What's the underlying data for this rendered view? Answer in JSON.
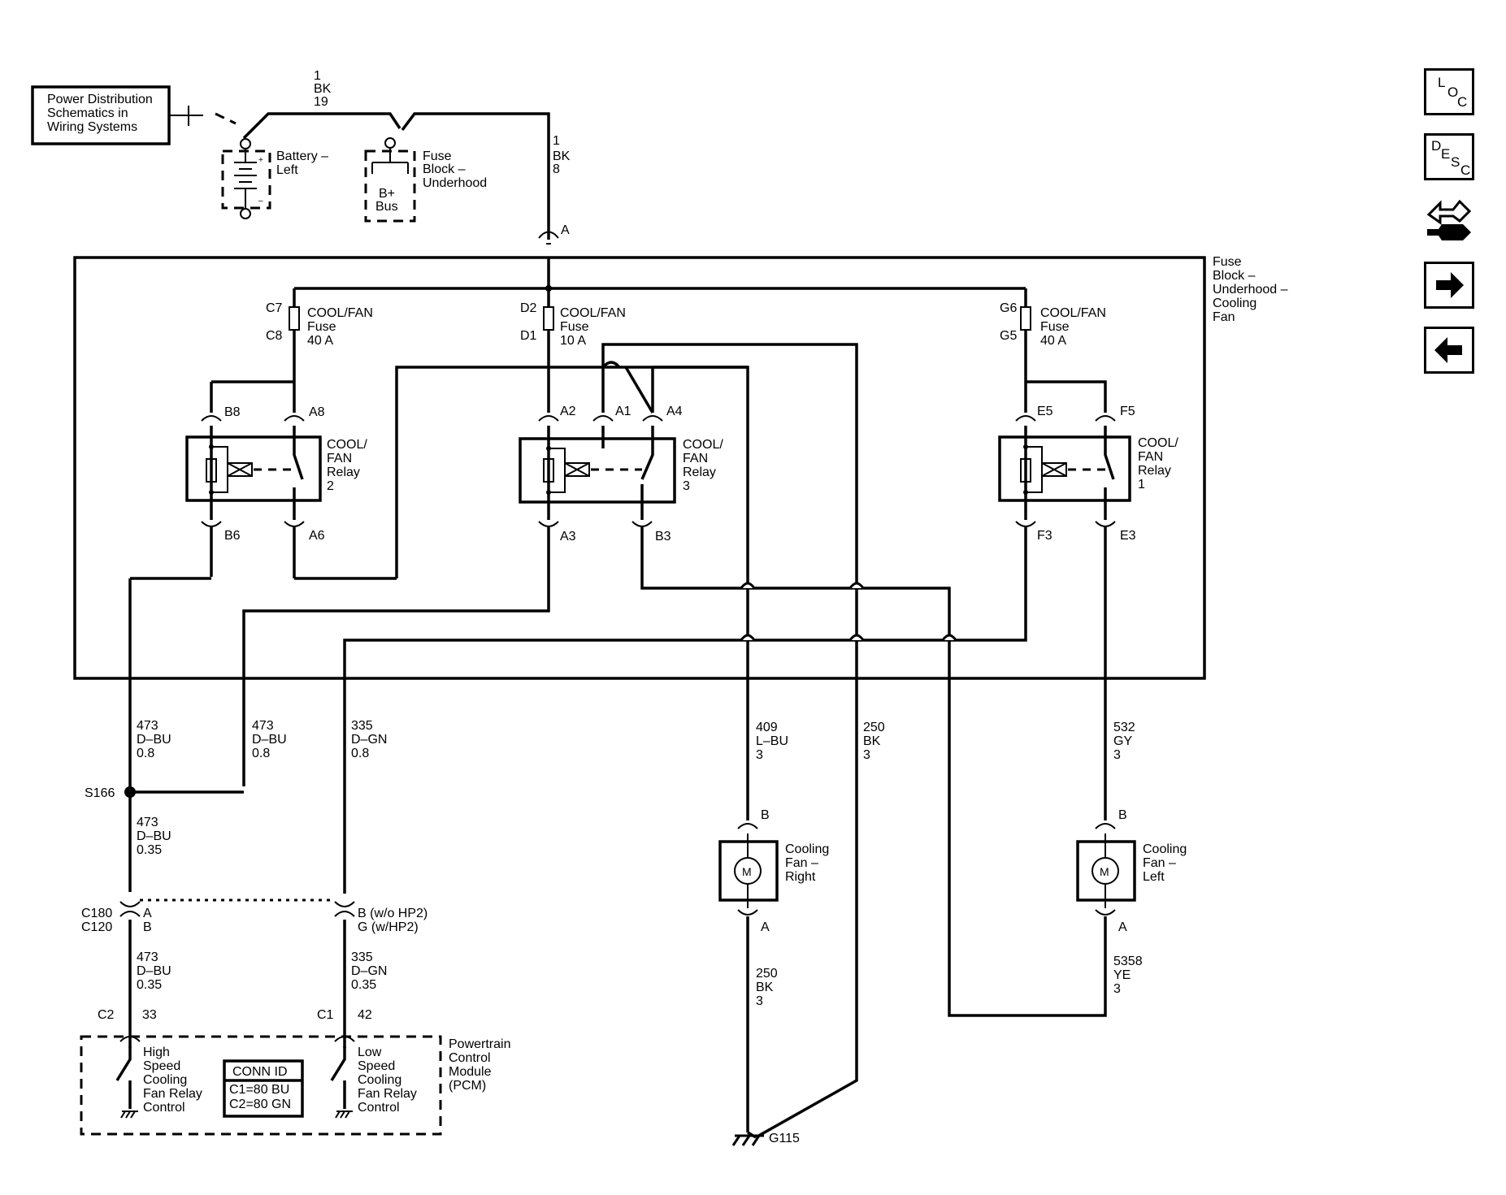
{
  "nav": {
    "loc": [
      "L",
      "O",
      "C"
    ],
    "desc": [
      "D",
      "E",
      "S",
      "C"
    ],
    "icons": [
      "diagnostic-connection-icon",
      "arrow-right-icon",
      "arrow-left-icon"
    ]
  },
  "ref_box": [
    "Power Distribution",
    "Schematics in",
    "Wiring Systems"
  ],
  "battery": [
    "Battery –",
    "Left"
  ],
  "fuse_block_top": [
    "Fuse",
    "Block –",
    "Underhood"
  ],
  "bplus": [
    "B+",
    "Bus"
  ],
  "wire_1bk19": [
    "1",
    "BK",
    "19"
  ],
  "wire_1bk8": [
    "1",
    "BK",
    "8"
  ],
  "conn_a": "A",
  "fuse_block_cooling": [
    "Fuse",
    "Block –",
    "Underhood –",
    "Cooling",
    "Fan"
  ],
  "fuses": [
    {
      "top": "C7",
      "bottom": "C8",
      "label": [
        "COOL/FAN",
        "Fuse",
        "40 A"
      ]
    },
    {
      "top": "D2",
      "bottom": "D1",
      "label": [
        "COOL/FAN",
        "Fuse",
        "10 A"
      ]
    },
    {
      "top": "G6",
      "bottom": "G5",
      "label": [
        "COOL/FAN",
        "Fuse",
        "40 A"
      ]
    }
  ],
  "relays": [
    {
      "label": [
        "COOL/",
        "FAN",
        "Relay",
        "2"
      ],
      "pins": [
        "B8",
        "A8",
        "B6",
        "A6"
      ]
    },
    {
      "label": [
        "COOL/",
        "FAN",
        "Relay",
        "3"
      ],
      "pins": [
        "A2",
        "A1",
        "A4",
        "A3",
        "B3"
      ]
    },
    {
      "label": [
        "COOL/",
        "FAN",
        "Relay",
        "1"
      ],
      "pins": [
        "E5",
        "F5",
        "F3",
        "E3"
      ]
    }
  ],
  "wires": {
    "w473a": [
      "473",
      "D–BU",
      "0.8"
    ],
    "w473b": [
      "473",
      "D–BU",
      "0.8"
    ],
    "w335": [
      "335",
      "D–GN",
      "0.8"
    ],
    "w409": [
      "409",
      "L–BU",
      "3"
    ],
    "w250a": [
      "250",
      "BK",
      "3"
    ],
    "w532": [
      "532",
      "GY",
      "3"
    ],
    "w473c": [
      "473",
      "D–BU",
      "0.35"
    ],
    "w473d": [
      "473",
      "D–BU",
      "0.35"
    ],
    "w335b": [
      "335",
      "D–GN",
      "0.35"
    ],
    "w250b": [
      "250",
      "BK",
      "3"
    ],
    "w5358": [
      "5358",
      "YE",
      "3"
    ]
  },
  "splice": "S166",
  "connector_c180": [
    "C180",
    "C120"
  ],
  "connector_ab": [
    "A",
    "B"
  ],
  "connector_bg": [
    "B (w/o HP2)",
    "G (w/HP2)"
  ],
  "fan_right": {
    "pin_top": "B",
    "pin_bottom": "A",
    "label": [
      "Cooling",
      "Fan –",
      "Right"
    ],
    "motor": "M"
  },
  "fan_left": {
    "pin_top": "B",
    "pin_bottom": "A",
    "label": [
      "Cooling",
      "Fan –",
      "Left"
    ],
    "motor": "M"
  },
  "pcm": {
    "c2": "C2",
    "c2pin": "33",
    "c1": "C1",
    "c1pin": "42",
    "high": [
      "High",
      "Speed",
      "Cooling",
      "Fan Relay",
      "Control"
    ],
    "low": [
      "Low",
      "Speed",
      "Cooling",
      "Fan Relay",
      "Control"
    ],
    "conn_id": [
      "CONN ID",
      "C1=80 BU",
      "C2=80 GN"
    ],
    "label": [
      "Powertrain",
      "Control",
      "Module",
      "(PCM)"
    ]
  },
  "ground": "G115"
}
